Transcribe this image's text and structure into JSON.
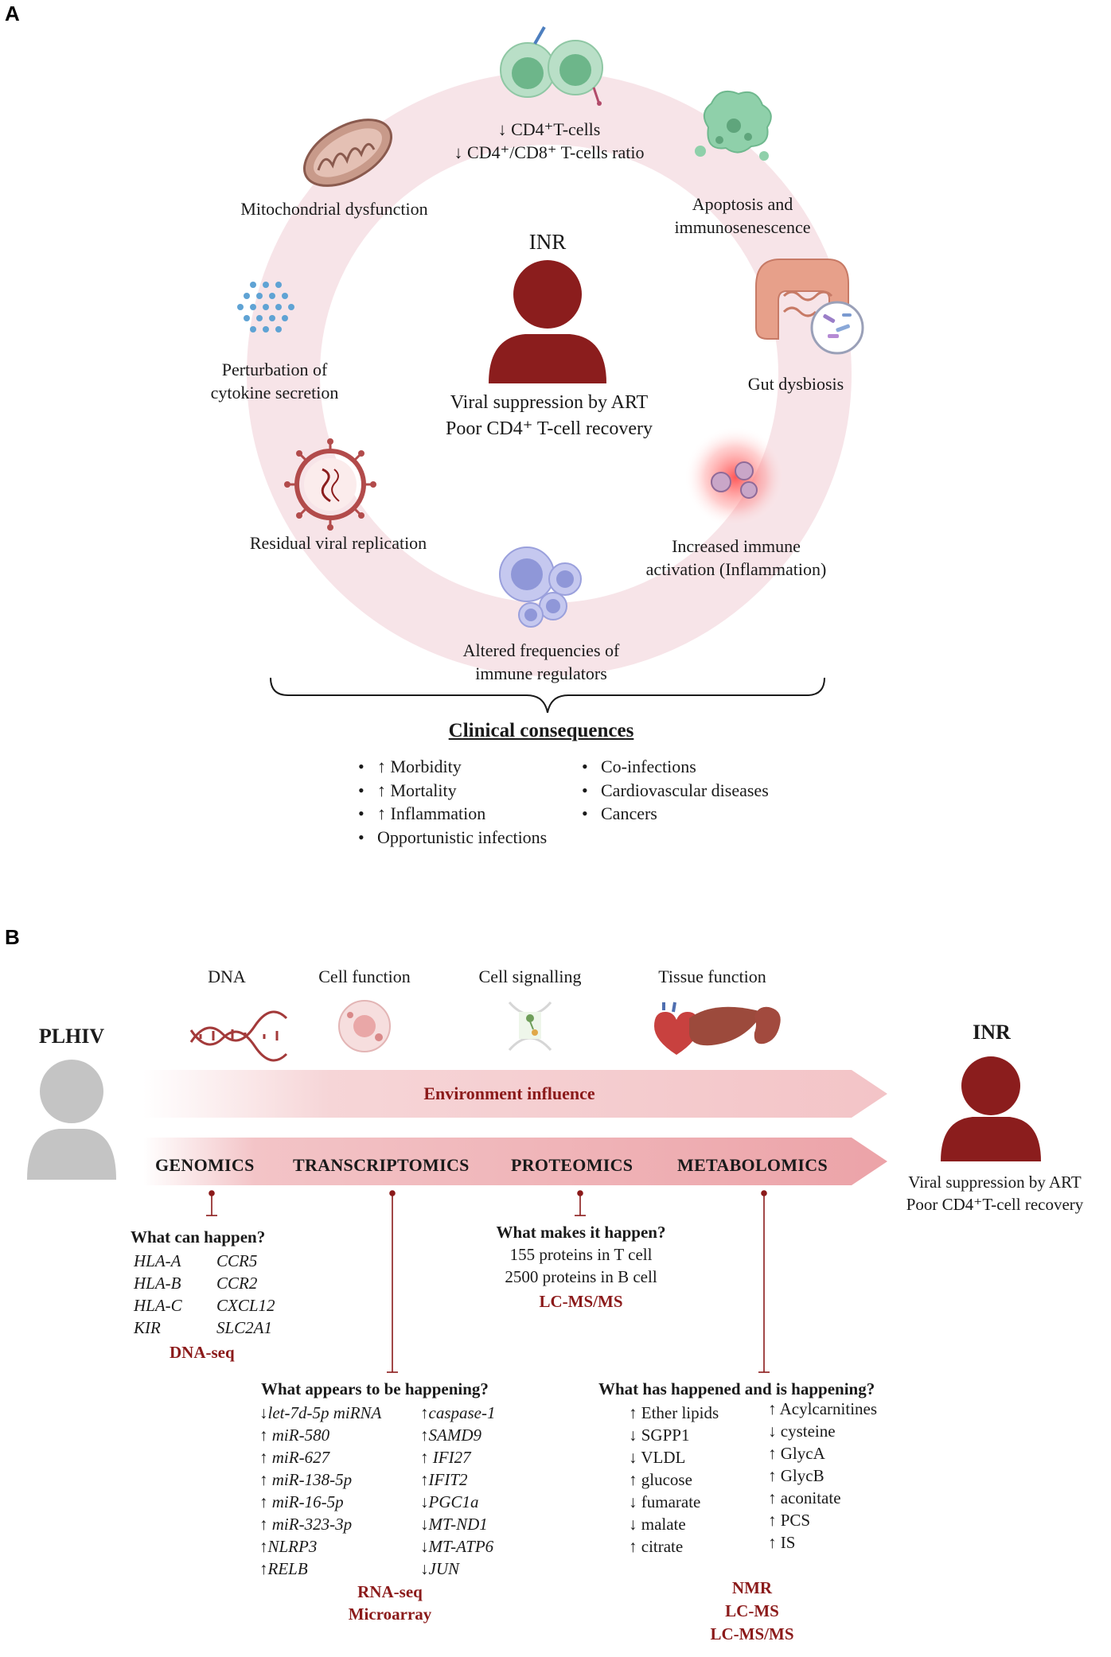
{
  "panel_a": {
    "label": "A",
    "center": {
      "title": "INR",
      "line1": "Viral suppression by ART",
      "line2": "Poor CD4⁺ T-cell recovery"
    },
    "ring_items": {
      "cd4": [
        "↓ CD4⁺T-cells",
        "↓ CD4⁺/CD8⁺ T-cells ratio"
      ],
      "apoptosis": [
        "Apoptosis and",
        "immunosenescence"
      ],
      "gut": [
        "Gut dysbiosis"
      ],
      "activation": [
        "Increased immune",
        "activation (Inflammation)"
      ],
      "regulators": [
        "Altered frequencies of",
        "immune regulators"
      ],
      "viral": [
        "Residual viral replication"
      ],
      "cytokine": [
        "Perturbation of",
        "cytokine secretion"
      ],
      "mito": [
        "Mitochondrial dysfunction"
      ]
    },
    "clinical": {
      "title": "Clinical consequences",
      "left": [
        "↑ Morbidity",
        "↑ Mortality",
        "↑ Inflammation",
        "Opportunistic infections"
      ],
      "right": [
        "Co-infections",
        "Cardiovascular diseases",
        "Cancers"
      ]
    },
    "colors": {
      "ring": "#f7e4e8",
      "person": "#8b1d1d"
    }
  },
  "panel_b": {
    "label": "B",
    "left_person": "PLHIV",
    "right_person": {
      "title": "INR",
      "line1": "Viral suppression by ART",
      "line2": "Poor CD4⁺T-cell recovery"
    },
    "icons": [
      "DNA",
      "Cell function",
      "Cell signalling",
      "Tissue function"
    ],
    "environment": "Environment influence",
    "omics": [
      "GENOMICS",
      "TRANSCRIPTOMICS",
      "PROTEOMICS",
      "METABOLOMICS"
    ],
    "genomics": {
      "question": "What can happen?",
      "left": [
        "HLA-A",
        "HLA-B",
        "HLA-C",
        "KIR"
      ],
      "right": [
        "CCR5",
        "CCR2",
        "CXCL12",
        "SLC2A1"
      ],
      "method": "DNA-seq"
    },
    "transcriptomics": {
      "question": "What appears to be happening?",
      "left": [
        {
          "arrow": "↓",
          "text": "let-7d-5p miRNA"
        },
        {
          "arrow": "↑",
          "text": " miR-580"
        },
        {
          "arrow": "↑",
          "text": " miR-627"
        },
        {
          "arrow": "↑",
          "text": " miR-138-5p"
        },
        {
          "arrow": "↑",
          "text": " miR-16-5p"
        },
        {
          "arrow": "↑",
          "text": " miR-323-3p"
        },
        {
          "arrow": "↑",
          "text": "NLRP3"
        },
        {
          "arrow": "↑",
          "text": "RELB"
        }
      ],
      "right": [
        {
          "arrow": "↑",
          "text": "caspase-1"
        },
        {
          "arrow": "↑",
          "text": "SAMD9"
        },
        {
          "arrow": "↑",
          "text": " IFI27"
        },
        {
          "arrow": "↑",
          "text": "IFIT2"
        },
        {
          "arrow": "↓",
          "text": "PGC1a"
        },
        {
          "arrow": "↓",
          "text": "MT-ND1"
        },
        {
          "arrow": "↓",
          "text": "MT-ATP6"
        },
        {
          "arrow": "↓",
          "text": "JUN"
        }
      ],
      "method1": "RNA-seq",
      "method2": "Microarray"
    },
    "proteomics": {
      "question": "What makes it happen?",
      "line1": "155 proteins in T cell",
      "line2": "2500 proteins in B cell",
      "method": "LC-MS/MS"
    },
    "metabolomics": {
      "question": "What has happened and is happening?",
      "left": [
        "↑ Ether lipids",
        "↓ SGPP1",
        "↓ VLDL",
        "↑ glucose",
        "↓ fumarate",
        "↓ malate",
        "↑ citrate"
      ],
      "right": [
        "↑ Acylcarnitines",
        "↓ cysteine",
        "↑ GlycA",
        "↑ GlycB",
        "↑ aconitate",
        "↑ PCS",
        "↑ IS"
      ],
      "method1": "NMR",
      "method2": "LC-MS",
      "method3": "LC-MS/MS"
    },
    "colors": {
      "arrow_light": "#f3c9cc",
      "arrow_main": "#eeaaaf",
      "env_text": "#8b1a1a",
      "plhiv": "#c4c4c4",
      "inr": "#8b1d1d"
    }
  }
}
